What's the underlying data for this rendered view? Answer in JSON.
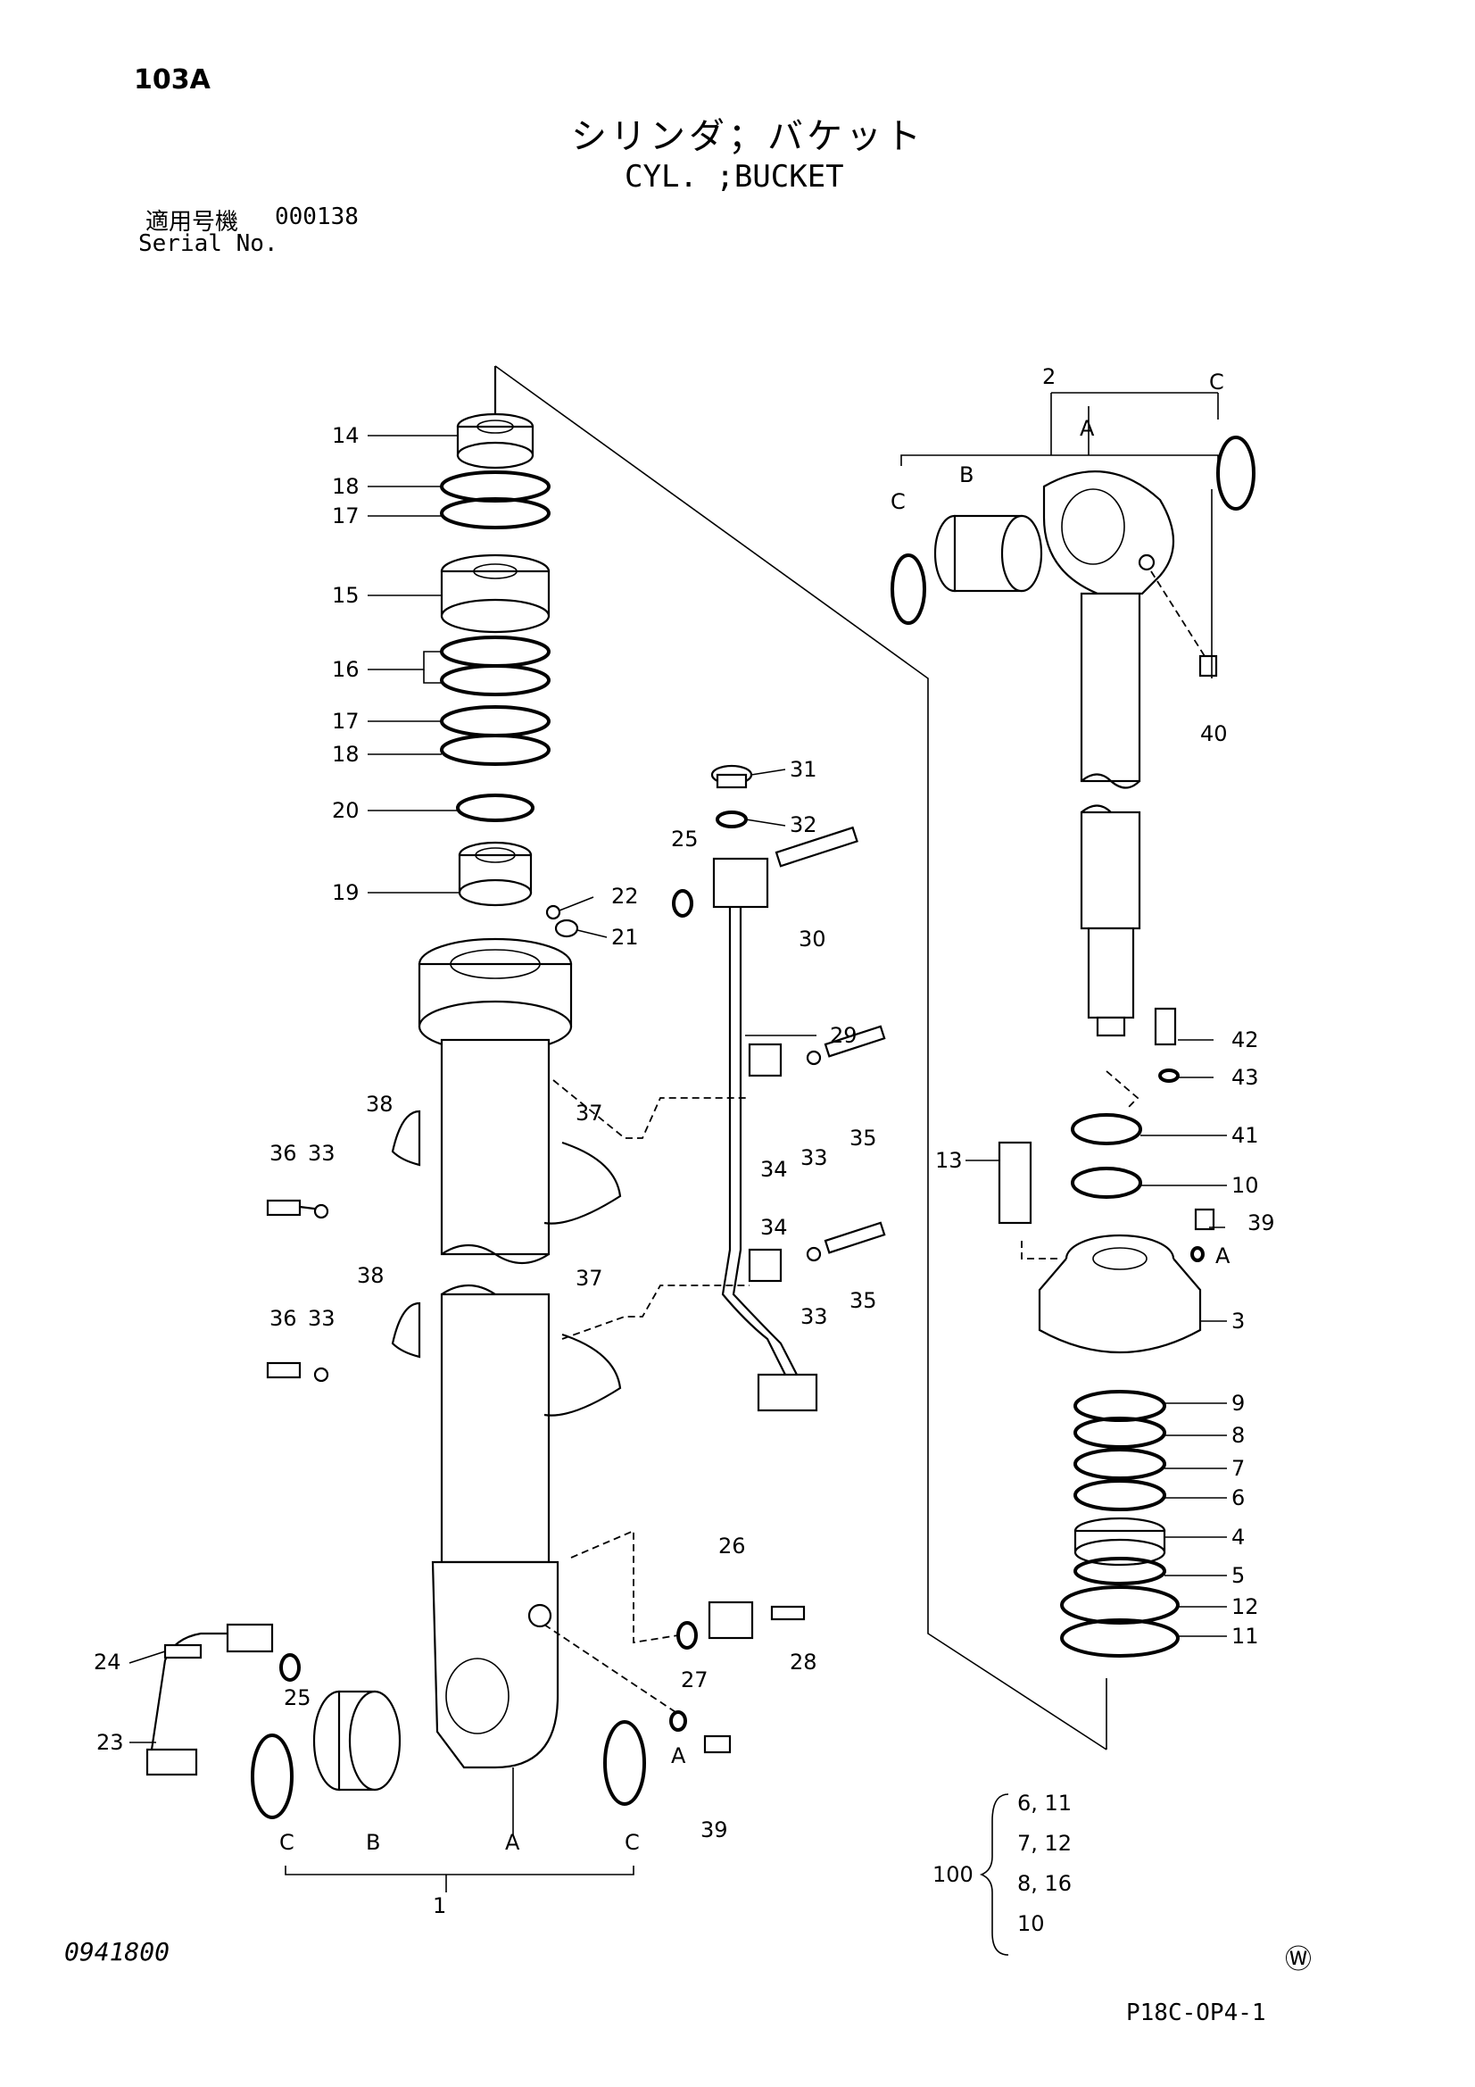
{
  "header": {
    "page_number": "103A",
    "title_jp": "シリンダ；バケット",
    "title_en": "CYL. ;BUCKET",
    "serial_label_jp": "適用号機",
    "serial_label_en": "Serial No.",
    "serial_value": "000138"
  },
  "footer": {
    "document_number": "0941800",
    "watermark": "Ⓦ",
    "page_code": "P18C-OP4-1"
  },
  "callouts": {
    "c1": "1",
    "c2": "2",
    "c3": "3",
    "c4": "4",
    "c5": "5",
    "c6": "6",
    "c7": "7",
    "c8": "8",
    "c9": "9",
    "c10a": "10",
    "c11": "11",
    "c12": "12",
    "c13": "13",
    "c14": "14",
    "c15": "15",
    "c16": "16",
    "c17a": "17",
    "c17b": "17",
    "c18a": "18",
    "c18b": "18",
    "c19": "19",
    "c20": "20",
    "c21": "21",
    "c22": "22",
    "c23": "23",
    "c24": "24",
    "c25a": "25",
    "c25b": "25",
    "c26": "26",
    "c27": "27",
    "c28": "28",
    "c29": "29",
    "c30": "30",
    "c31": "31",
    "c32": "32",
    "c33a": "33",
    "c33b": "33",
    "c33c": "33",
    "c33d": "33",
    "c34a": "34",
    "c34b": "34",
    "c35a": "35",
    "c35b": "35",
    "c36a": "36",
    "c36b": "36",
    "c37a": "37",
    "c37b": "37",
    "c38a": "38",
    "c38b": "38",
    "c39a": "39",
    "c39b": "39",
    "c40": "40",
    "c41": "41",
    "c42": "42",
    "c43": "43"
  },
  "sub_labels": {
    "left_A": "A",
    "left_B": "B",
    "left_C1": "C",
    "left_C2": "C",
    "right_A": "A",
    "right_B": "B",
    "right_C1": "C",
    "right_C2": "C",
    "grease_A1": "A",
    "grease_A2": "A"
  },
  "kit": {
    "number": "100",
    "items": [
      "6, 11",
      "7, 12",
      "8, 16",
      "10"
    ]
  }
}
